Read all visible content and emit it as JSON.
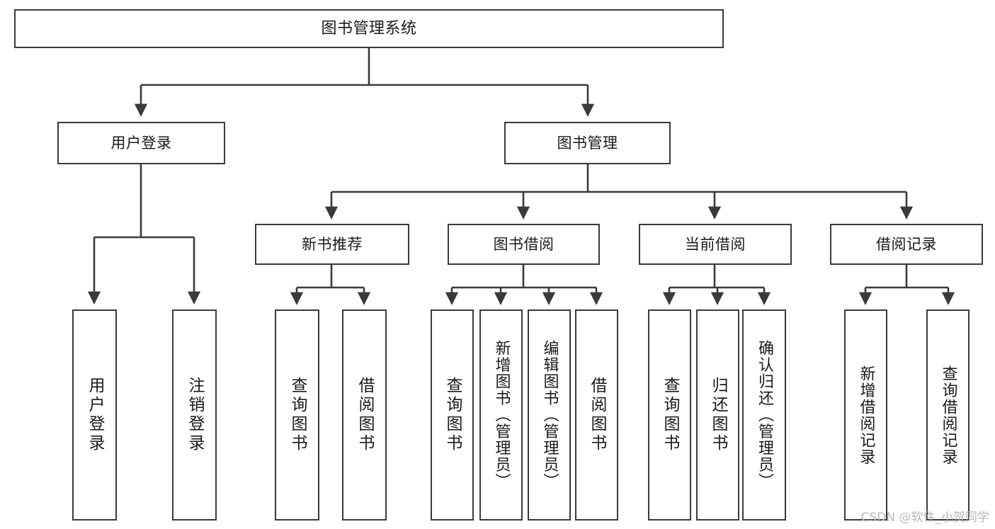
{
  "diagram": {
    "title": "图书管理系统",
    "type": "tree",
    "watermark": "CSDN @软件_小贺同学",
    "colors": {
      "stroke": "#3a3a3a",
      "fill": "#ffffff",
      "text": "#1a1a1a",
      "watermark": "#b9b9b9"
    },
    "nodes": {
      "root": "图书管理系统",
      "level1": [
        "用户登录",
        "图书管理"
      ],
      "level2": [
        "新书推荐",
        "图书借阅",
        "当前借阅",
        "借阅记录"
      ],
      "leaves": {
        "user_login": [
          "用户登录",
          "注销登录"
        ],
        "new_book_recommend": [
          "查询图书",
          "借阅图书"
        ],
        "book_borrow": [
          "查询图书",
          "新增图书（管理员）",
          "编辑图书（管理员）",
          "借阅图书"
        ],
        "current_borrow": [
          "查询图书",
          "归还图书",
          "确认归还（管理员）"
        ],
        "borrow_record": [
          "新增借阅记录",
          "查询借阅记录"
        ]
      }
    }
  }
}
